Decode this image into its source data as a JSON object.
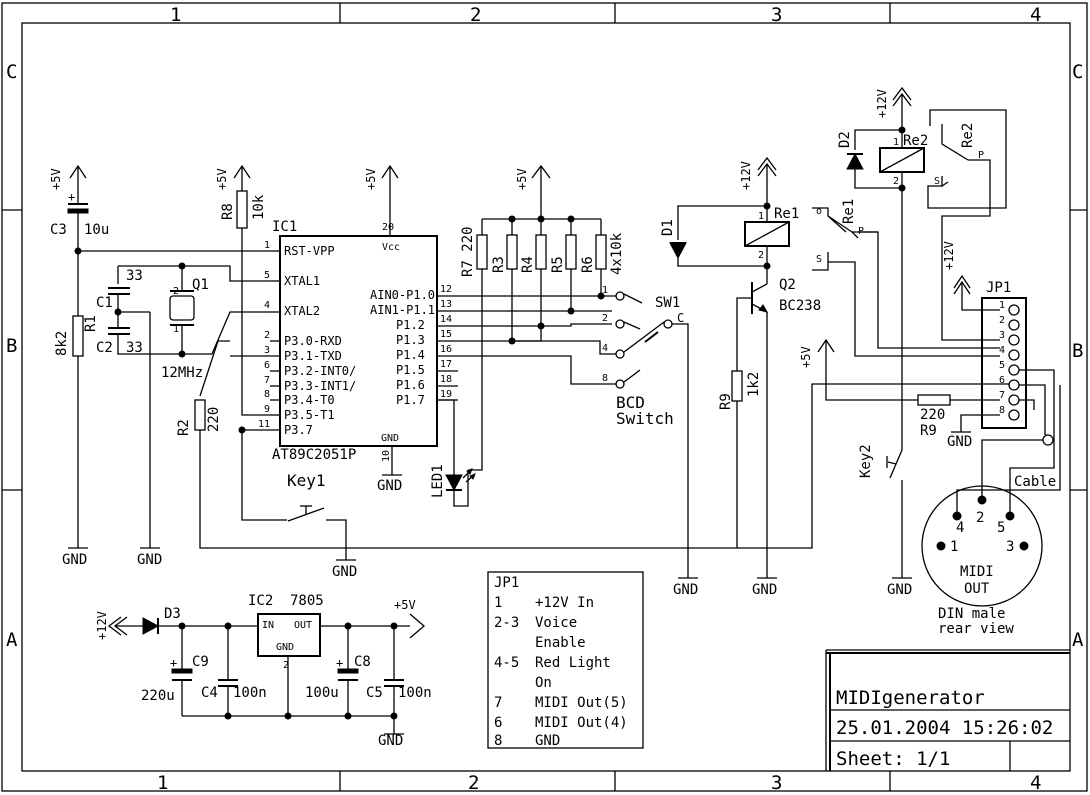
{
  "frame": {
    "column_labels": [
      "1",
      "2",
      "3",
      "4"
    ],
    "row_labels": [
      "C",
      "B",
      "A"
    ]
  },
  "title_block": {
    "name": "MIDIgenerator",
    "date": "25.01.2004 15:26:02",
    "sheet": "Sheet: 1/1"
  },
  "notes": {
    "heading": "JP1",
    "lines": [
      {
        "pin": "1",
        "text": "+12V In"
      },
      {
        "pin": "2-3",
        "text": "Voice"
      },
      {
        "pin": "",
        "text": "Enable"
      },
      {
        "pin": "4-5",
        "text": "Red Light"
      },
      {
        "pin": "",
        "text": "On"
      },
      {
        "pin": "6",
        "text": "MIDI Out(5)"
      },
      {
        "pin": "7",
        "text": "MIDI Out(4)"
      },
      {
        "pin": "8",
        "text": "GND"
      }
    ]
  },
  "labels": {
    "p5v": "+5V",
    "p12v": "+12V",
    "gnd": "GND",
    "c3": "C3",
    "c3v": "10u",
    "r1": "R1",
    "r1v": "8k2",
    "r8": "R8",
    "r8v": "10k",
    "c1": "C1",
    "c1v": "33",
    "c2": "C2",
    "c2v": "33",
    "q1": "Q1",
    "xtal": "12MHz",
    "r2": "R2",
    "r2v": "220",
    "ic1": "IC1",
    "ic1_part": "AT89C2051P",
    "vcc": "Vcc",
    "ic_gnd": "GND",
    "rnet": "R7 220",
    "r3": "R3",
    "r4": "R4",
    "r5": "R5",
    "r6": "R6",
    "rnet_v": "4x10k",
    "sw1": "SW1",
    "sw_c": "C",
    "bcd1": "BCD",
    "bcd2": "Switch",
    "led1": "LED1",
    "key1": "Key1",
    "key2": "Key2",
    "d1": "D1",
    "d2": "D2",
    "d3": "D3",
    "re1": "Re1",
    "re2": "Re2",
    "rel_o": "o",
    "rel_p": "P",
    "rel_s": "S",
    "q2": "Q2",
    "q2v": "BC238",
    "r9a": "R9",
    "r9av": "1k2",
    "r9b": "R9",
    "r9bv": "220",
    "jp1": "JP1",
    "cable": "Cable",
    "din_title": "MIDI",
    "din_out": "OUT",
    "din_caption1": "DIN male",
    "din_caption2": "rear view",
    "ic2": "IC2",
    "ic2v": "7805",
    "ic2_in": "IN",
    "ic2_out": "OUT",
    "ic2_gnd": "GND",
    "c9": "C9",
    "c9v": "220u",
    "c4": "C4",
    "c4v": "100n",
    "c8": "C8",
    "c8v": "100u",
    "c5": "C5",
    "c5v": "100n"
  },
  "ic1_pins_left": [
    {
      "num": "1",
      "name": "RST-VPP"
    },
    {
      "num": "5",
      "name": "XTAL1"
    },
    {
      "num": "4",
      "name": "XTAL2"
    },
    {
      "num": "2",
      "name": "P3.0-RXD"
    },
    {
      "num": "3",
      "name": "P3.1-TXD"
    },
    {
      "num": "6",
      "name": "P3.2-INT0/"
    },
    {
      "num": "7",
      "name": "P3.3-INT1/"
    },
    {
      "num": "8",
      "name": "P3.4-T0"
    },
    {
      "num": "9",
      "name": "P3.5-T1"
    },
    {
      "num": "11",
      "name": "P3.7"
    }
  ],
  "ic1_pins_right": [
    {
      "num": "12",
      "name": "AIN0-P1.0"
    },
    {
      "num": "13",
      "name": "AIN1-P1.1"
    },
    {
      "num": "14",
      "name": "P1.2"
    },
    {
      "num": "15",
      "name": "P1.3"
    },
    {
      "num": "16",
      "name": "P1.4"
    },
    {
      "num": "17",
      "name": "P1.5"
    },
    {
      "num": "18",
      "name": "P1.6"
    },
    {
      "num": "19",
      "name": "P1.7"
    }
  ],
  "ic1_pin_vcc": "20",
  "ic1_pin_gnd": "10",
  "sw1_positions": [
    "1",
    "2",
    "4",
    "8"
  ],
  "jp1_pins": [
    "1",
    "2",
    "3",
    "4",
    "5",
    "6",
    "7",
    "8"
  ],
  "din_pins": [
    "4",
    "2",
    "5",
    "1",
    "3"
  ],
  "ic2_pin_gnd": "2",
  "relay_pins": [
    "1",
    "2"
  ]
}
